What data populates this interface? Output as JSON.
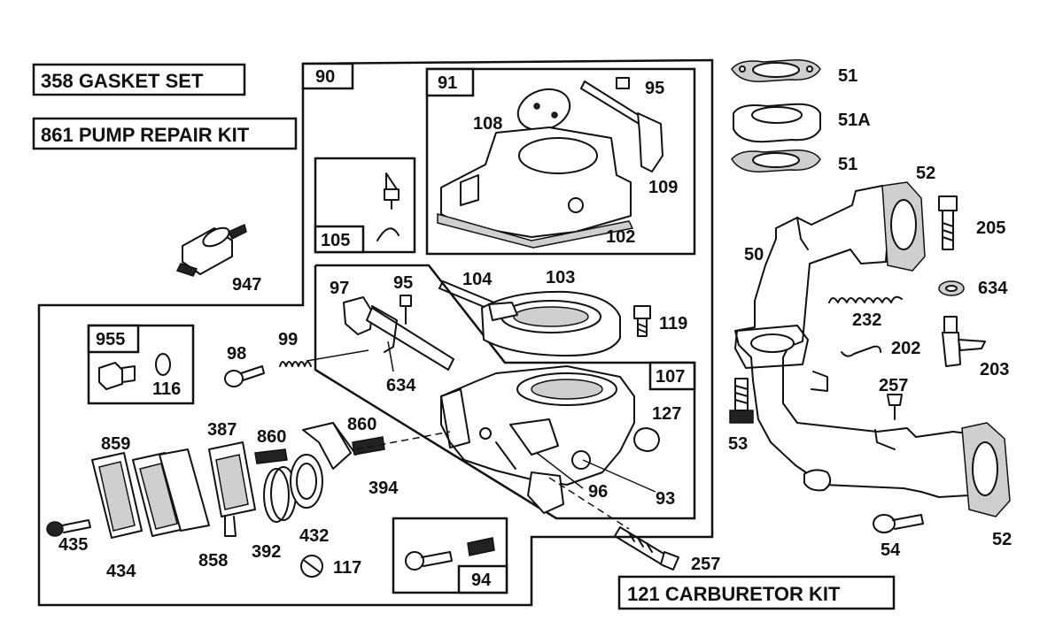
{
  "kits": {
    "gasket_set": "358  GASKET SET",
    "pump_repair_kit": "861  PUMP REPAIR KIT",
    "carburetor_kit": "121  CARBURETOR KIT"
  },
  "group_labels": {
    "g90": "90",
    "g91": "91",
    "g105": "105",
    "g107": "107",
    "g955": "955",
    "g94": "94"
  },
  "part_labels": {
    "p51_top": "51",
    "p51a": "51A",
    "p51_bottom": "51",
    "p52_top": "52",
    "p52_bottom": "52",
    "p205": "205",
    "p50": "50",
    "p634_right": "634",
    "p232": "232",
    "p202": "202",
    "p203": "203",
    "p257_right": "257",
    "p53": "53",
    "p54": "54",
    "p257_bottom": "257",
    "p95_top": "95",
    "p108": "108",
    "p109": "109",
    "p102": "102",
    "p947": "947",
    "p97": "97",
    "p95_mid": "95",
    "p104": "104",
    "p103": "103",
    "p119": "119",
    "p98": "98",
    "p99": "99",
    "p634_mid": "634",
    "p116": "116",
    "p127": "127",
    "p859": "859",
    "p387": "387",
    "p860_left": "860",
    "p860_right": "860",
    "p394": "394",
    "p96": "96",
    "p93": "93",
    "p435": "435",
    "p434": "434",
    "p858": "858",
    "p392": "392",
    "p432": "432",
    "p117": "117"
  }
}
